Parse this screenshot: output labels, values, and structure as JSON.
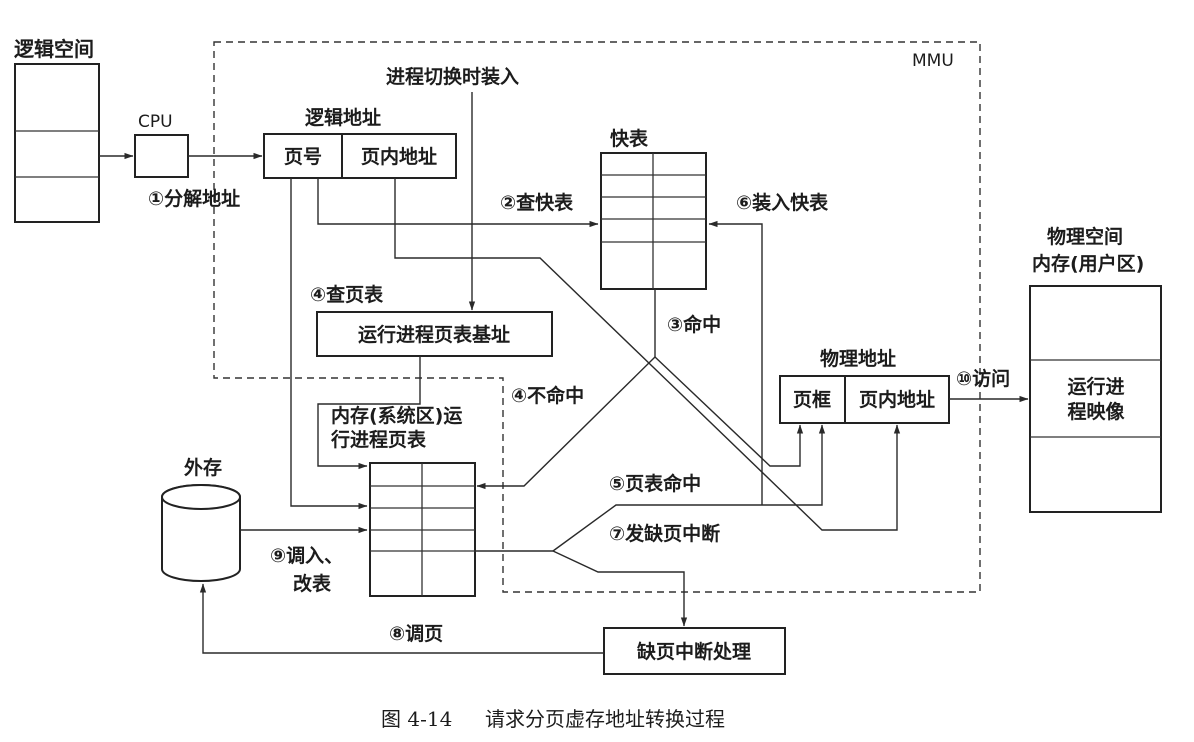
{
  "diagram": {
    "mmu_label": "MMU",
    "logical_space": "逻辑空间",
    "cpu": "CPU",
    "logical_address": "逻辑地址",
    "page_number": "页号",
    "page_offset": "页内地址",
    "load_on_switch": "进程切换时装入",
    "tlb": "快表",
    "page_table_base": "运行进程页表基址",
    "memory_page_table_line1": "内存(系统区)运",
    "memory_page_table_line2": "行进程页表",
    "external_storage": "外存",
    "physical_address": "物理地址",
    "page_frame": "页框",
    "frame_offset": "页内地址",
    "physical_space_line1": "物理空间",
    "physical_space_line2": "内存(用户区)",
    "process_image_line1": "运行进",
    "process_image_line2": "程映像",
    "page_fault_handler": "缺页中断处理",
    "steps": {
      "s1": "①分解地址",
      "s2": "②查快表",
      "s3": "③命中",
      "s4a": "④查页表",
      "s4b": "④不命中",
      "s5": "⑤页表命中",
      "s6": "⑥装入快表",
      "s7": "⑦发缺页中断",
      "s8": "⑧调页",
      "s9_line1": "⑨调入、",
      "s9_line2": "改表",
      "s10": "⑩访问"
    },
    "caption_figure": "图 4-14",
    "caption_title": "请求分页虚存地址转换过程"
  }
}
